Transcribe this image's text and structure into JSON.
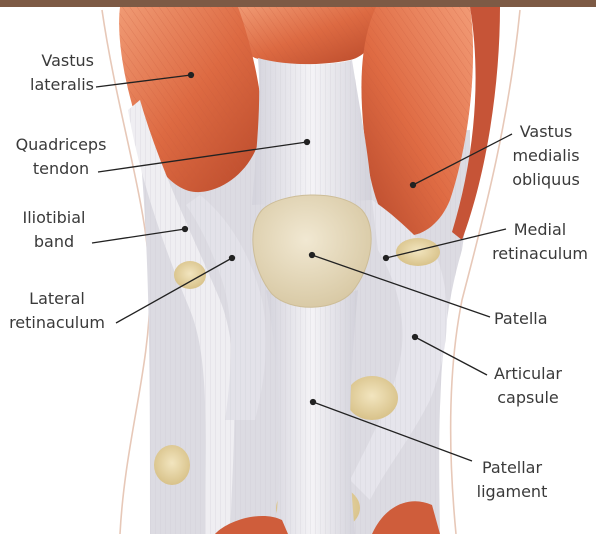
{
  "labels": {
    "vastus_lateralis": [
      "Vastus",
      "lateralis"
    ],
    "quadriceps_tendon": [
      "Quadriceps",
      "tendon"
    ],
    "iliotibial_band": [
      "Iliotibial",
      "band"
    ],
    "lateral_retinaculum": [
      "Lateral",
      "retinaculum"
    ],
    "vastus_medialis_obliquus": [
      "Vastus",
      "medialis",
      "obliquus"
    ],
    "medial_retinaculum": [
      "Medial",
      "retinaculum"
    ],
    "patella": [
      "Patella"
    ],
    "articular_capsule": [
      "Articular",
      "capsule"
    ],
    "patellar_ligament": [
      "Patellar",
      "ligament"
    ]
  },
  "colors": {
    "top_bar": "#7d5a45",
    "muscle": "#d9653f",
    "muscle_light": "#ee9470",
    "tendon": "#ecebef",
    "bone": "#e6dcc2",
    "fat": "#e8d6a4",
    "leader": "#222222"
  }
}
